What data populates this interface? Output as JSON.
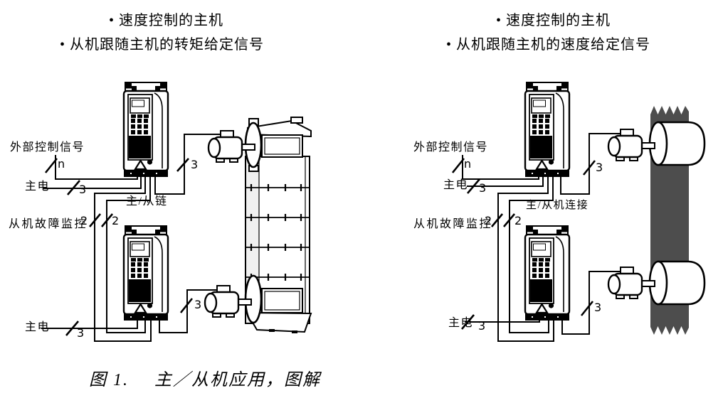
{
  "caption": {
    "number": "图 1.",
    "text": "主／从机应用，图解"
  },
  "left_diagram": {
    "bullet_1": "• 速度控制的主机",
    "bullet_2": "• 从机跟随主机的转矩给定信号",
    "external_control_signal_label": "外部控制信号",
    "control_wire_count": "n",
    "mains_top_label": "主电",
    "mains_top_wire_count": "3",
    "fault_monitoring_label": "从机故障监控",
    "fault_wire_count_a": "2",
    "fault_wire_count_b": "2",
    "link_label": "主/从链",
    "motor_cable_top_wire_count": "3",
    "mains_bottom_label": "主电",
    "mains_bottom_wire_count": "3",
    "motor_cable_bottom_wire_count": "3"
  },
  "right_diagram": {
    "bullet_1": "• 速度控制的主机",
    "bullet_2": "• 从机跟随主机的速度给定信号",
    "external_control_signal_label": "外部控制信号",
    "control_wire_count": "n",
    "mains_top_label": "主电",
    "mains_top_wire_count": "3",
    "fault_monitoring_label": "从机故障监控",
    "fault_wire_count_a": "2",
    "fault_wire_count_b": "2",
    "link_label": "主/从机连接",
    "motor_cable_top_wire_count": "3",
    "mains_bottom_label": "主电",
    "mains_bottom_wire_count": "3",
    "motor_cable_bottom_wire_count": "3"
  },
  "colors": {
    "line": "#000000",
    "web_band": "#4d4d4d",
    "conveyor_shade": "#f0f0f0"
  }
}
